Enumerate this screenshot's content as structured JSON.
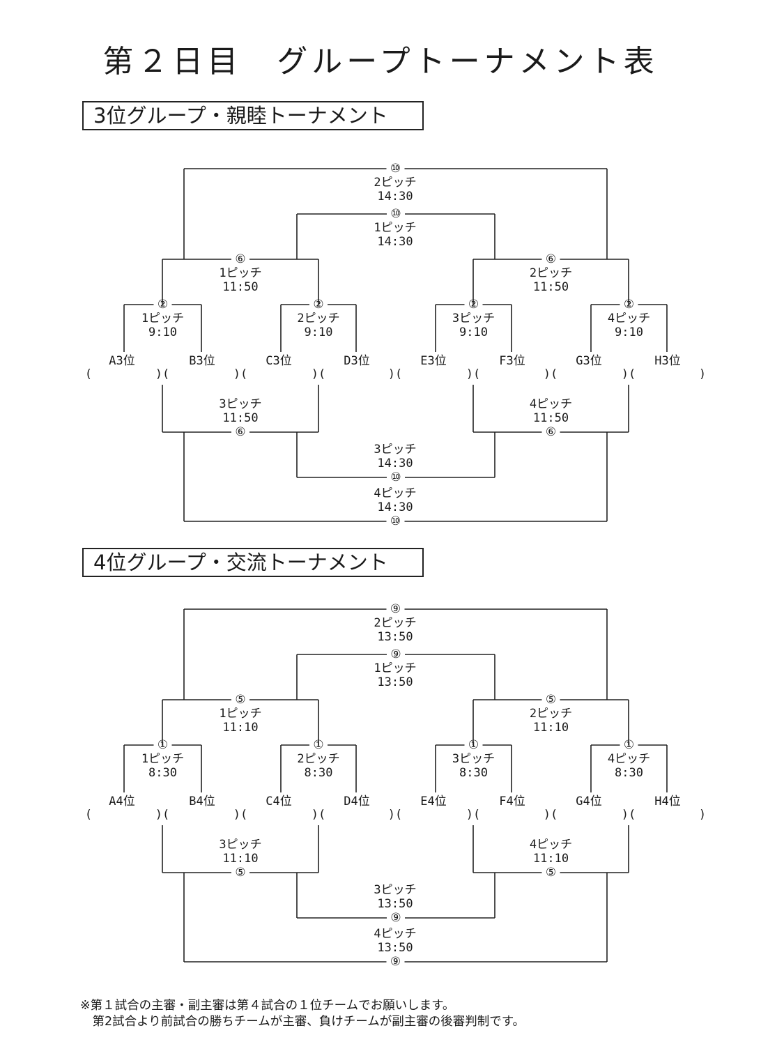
{
  "title": "第２日目　グループトーナメント表",
  "sections": [
    {
      "heading": "3位グループ・親睦トーナメント",
      "teams": [
        "A3位",
        "B3位",
        "C3位",
        "D3位",
        "E3位",
        "F3位",
        "G3位",
        "H3位"
      ],
      "round1": [
        {
          "no": "②",
          "pitch": "1ピッチ",
          "time": "9:10"
        },
        {
          "no": "②",
          "pitch": "2ピッチ",
          "time": "9:10"
        },
        {
          "no": "②",
          "pitch": "3ピッチ",
          "time": "9:10"
        },
        {
          "no": "②",
          "pitch": "4ピッチ",
          "time": "9:10"
        }
      ],
      "winners_semis": [
        {
          "no": "⑥",
          "pitch": "1ピッチ",
          "time": "11:50"
        },
        {
          "no": "⑥",
          "pitch": "2ピッチ",
          "time": "11:50"
        }
      ],
      "losers_semis": [
        {
          "no": "⑥",
          "pitch": "3ピッチ",
          "time": "11:50"
        },
        {
          "no": "⑥",
          "pitch": "4ピッチ",
          "time": "11:50"
        }
      ],
      "finals_top": [
        {
          "no": "⑩",
          "pitch": "2ピッチ",
          "time": "14:30"
        },
        {
          "no": "⑩",
          "pitch": "1ピッチ",
          "time": "14:30"
        }
      ],
      "finals_bottom": [
        {
          "no": "⑩",
          "pitch": "3ピッチ",
          "time": "14:30"
        },
        {
          "no": "⑩",
          "pitch": "4ピッチ",
          "time": "14:30"
        }
      ]
    },
    {
      "heading": "4位グループ・交流トーナメント",
      "teams": [
        "A4位",
        "B4位",
        "C4位",
        "D4位",
        "E4位",
        "F4位",
        "G4位",
        "H4位"
      ],
      "round1": [
        {
          "no": "①",
          "pitch": "1ピッチ",
          "time": "8:30"
        },
        {
          "no": "①",
          "pitch": "2ピッチ",
          "time": "8:30"
        },
        {
          "no": "①",
          "pitch": "3ピッチ",
          "time": "8:30"
        },
        {
          "no": "①",
          "pitch": "4ピッチ",
          "time": "8:30"
        }
      ],
      "winners_semis": [
        {
          "no": "⑤",
          "pitch": "1ピッチ",
          "time": "11:10"
        },
        {
          "no": "⑤",
          "pitch": "2ピッチ",
          "time": "11:10"
        }
      ],
      "losers_semis": [
        {
          "no": "⑤",
          "pitch": "3ピッチ",
          "time": "11:10"
        },
        {
          "no": "⑤",
          "pitch": "4ピッチ",
          "time": "11:10"
        }
      ],
      "finals_top": [
        {
          "no": "⑨",
          "pitch": "2ピッチ",
          "time": "13:50"
        },
        {
          "no": "⑨",
          "pitch": "1ピッチ",
          "time": "13:50"
        }
      ],
      "finals_bottom": [
        {
          "no": "⑨",
          "pitch": "3ピッチ",
          "time": "13:50"
        },
        {
          "no": "⑨",
          "pitch": "4ピッチ",
          "time": "13:50"
        }
      ]
    }
  ],
  "paren_row": [
    "(",
    ")(",
    ")(",
    ")(",
    ")(",
    ")(",
    ")(",
    ")(",
    ")"
  ],
  "notes": [
    "※第１試合の主審・副主審は第４試合の１位チームでお願いします。",
    "　第2試合より前試合の勝ちチームが主審、負けチームが副主審の後審判制です。"
  ]
}
